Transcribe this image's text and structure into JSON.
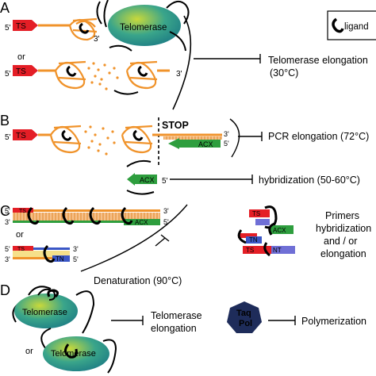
{
  "legend": {
    "label": "ligand"
  },
  "panels": {
    "A": {
      "letter": "A",
      "enzyme": "Telomerase",
      "ts": "TS",
      "five_prime": "5'",
      "three_prime": "3'",
      "or": "or",
      "result": "Telomerase elongation",
      "temp": "(30°C)"
    },
    "B": {
      "letter": "B",
      "ts": "TS",
      "acx": "ACX",
      "stop": "STOP",
      "five_prime": "5'",
      "three_prime": "3'",
      "pcr": "PCR elongation (72°C)",
      "hyb": "hybridization (50-60°C)"
    },
    "C": {
      "letter": "C",
      "ts": "TS",
      "acx": "ACX",
      "tn": "TN",
      "nt": "NT",
      "five_prime": "5'",
      "three_prime": "3'",
      "or": "or",
      "denat": "Denaturation (90°C)",
      "primers_1": "Primers",
      "primers_2": "hybridization",
      "primers_3": "and / or",
      "primers_4": "elongation"
    },
    "D": {
      "letter": "D",
      "enzyme": "Telomerase",
      "or": "or",
      "elong_1": "Telomerase",
      "elong_2": "elongation",
      "taq_1": "Taq",
      "taq_2": "Pol",
      "poly": "Polymerization"
    }
  },
  "colors": {
    "ts_red": "#e41e26",
    "dna_orange": "#f0932b",
    "acx_green": "#2e9e3e",
    "tn_blue": "#3b57c6",
    "nt_purple": "#6f6fd6",
    "telomerase_green": "#3aa58a",
    "taq_navy": "#1e2c5a"
  }
}
